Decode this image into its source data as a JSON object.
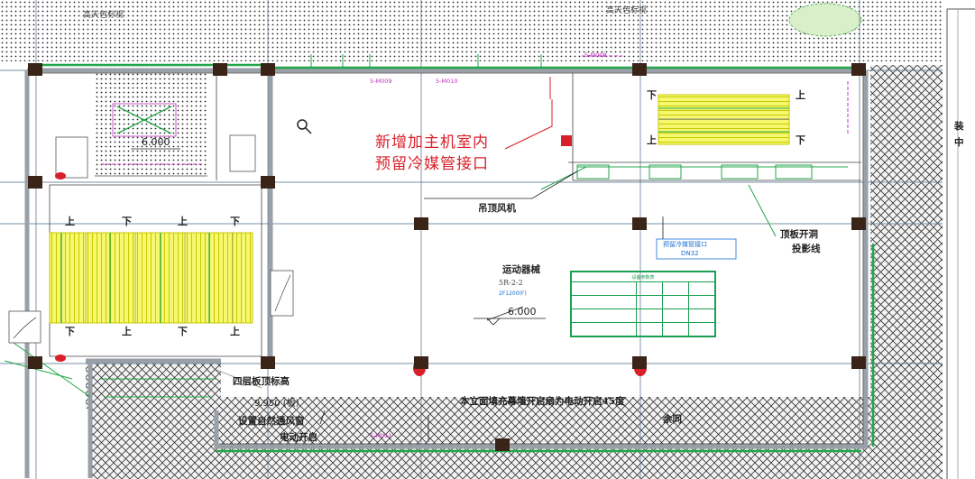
{
  "drawing": {
    "top_left_note": "高天色标视",
    "top_mid_note": "高天色标视",
    "note_red_line1": "新增加主机室内",
    "note_red_line2": "预留冷媒管接口",
    "note_fan": "吊顶风机",
    "room_name": "运动器械",
    "room_code": "5R-2-2",
    "room_area_code": "2F1200(F)",
    "level_center": "6.000",
    "level_upper_left": "6.000",
    "note_ceiling_line1": "顶板开洞",
    "note_ceiling_line2": "投影线",
    "note_right_line1": "装",
    "note_right_line2": "中",
    "blue_tag_line1": "预留冷媒管接口",
    "blue_tag_line2": "DN32",
    "note_bottom_left_line1": "四层板顶标高",
    "note_bottom_left_line2": "9.950 (板)",
    "note_bottom_left_line3": "设置自然通风窗",
    "note_bottom_left_line4": "电动开启",
    "note_bottom_center_line1": "本立面填充幕墙开启扇为电动开启45度",
    "note_bottom_center_line2": "余同",
    "tag_5m009a": "5-M009",
    "tag_5m010": "5-M010",
    "tag_5m011": "5-M011",
    "tag_top_right": "5-M008",
    "stair_up": "上",
    "stair_down": "下",
    "table_title": "设备参数表"
  },
  "colors": {
    "wall": "#9aa0a8",
    "grid": "#4a6a8a",
    "column": "#3a2418",
    "hatch": "#2a2a2a",
    "green": "#22a64a",
    "yellow": "#e8e000",
    "red": "#d8202a"
  },
  "icons": {
    "magnifier": "magnifier-icon"
  }
}
